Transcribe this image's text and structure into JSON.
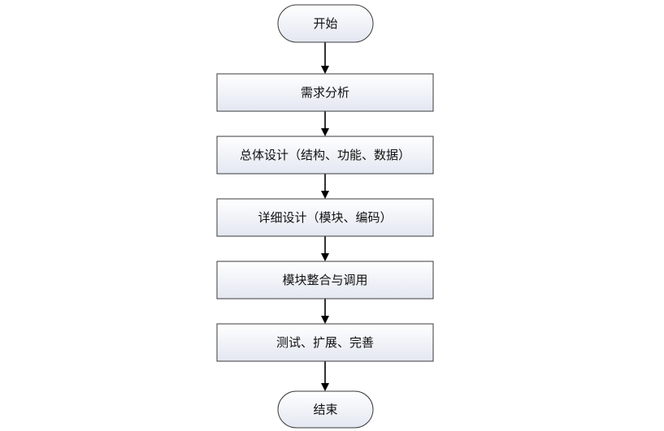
{
  "flowchart": {
    "nodes": [
      {
        "id": "start",
        "shape": "terminal",
        "label": "开始"
      },
      {
        "id": "requirements",
        "shape": "process",
        "label": "需求分析"
      },
      {
        "id": "overall-design",
        "shape": "process",
        "label": "总体设计（结构、功能、数据）"
      },
      {
        "id": "detailed-design",
        "shape": "process",
        "label": "详细设计（模块、编码）"
      },
      {
        "id": "integration",
        "shape": "process",
        "label": "模块整合与调用"
      },
      {
        "id": "testing",
        "shape": "process",
        "label": "测试、扩展、完善"
      },
      {
        "id": "end",
        "shape": "terminal",
        "label": "结束"
      }
    ],
    "edges": [
      {
        "from": "start",
        "to": "requirements"
      },
      {
        "from": "requirements",
        "to": "overall-design"
      },
      {
        "from": "overall-design",
        "to": "detailed-design"
      },
      {
        "from": "detailed-design",
        "to": "integration"
      },
      {
        "from": "integration",
        "to": "testing"
      },
      {
        "from": "testing",
        "to": "end"
      }
    ],
    "colors": {
      "box_fill_top": "#ffffff",
      "box_fill_bottom": "#e3e7f1",
      "stroke": "#3a3a3a",
      "arrow": "#000000"
    }
  }
}
